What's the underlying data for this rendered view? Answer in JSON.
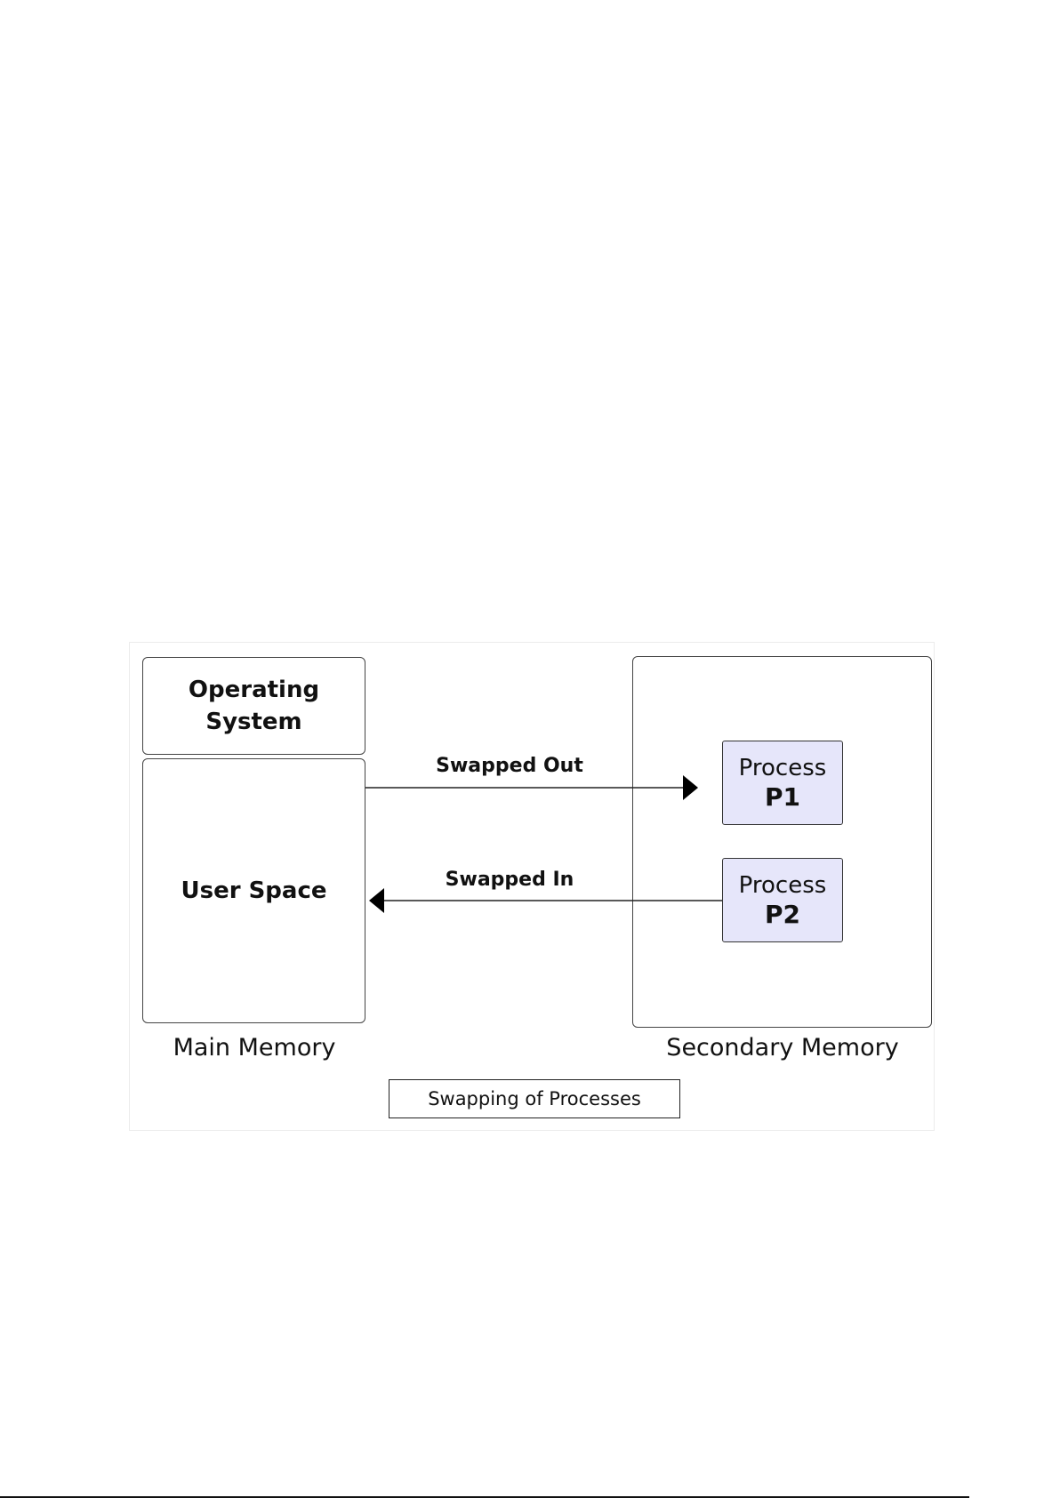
{
  "diagram": {
    "title": "Swapping of Processes",
    "main_memory": {
      "label": "Main Memory",
      "os_block": {
        "line1": "Operating",
        "line2": "System"
      },
      "user_space_block": "User Space"
    },
    "secondary_memory": {
      "label": "Secondary Memory",
      "processes": [
        {
          "line1": "Process",
          "line2": "P1"
        },
        {
          "line1": "Process",
          "line2": "P2"
        }
      ],
      "process_fill": "#e6e6fa"
    },
    "arrows": [
      {
        "label": "Swapped Out",
        "from": "User Space",
        "to": "Process P1",
        "direction": "right"
      },
      {
        "label": "Swapped In",
        "from": "Process P2",
        "to": "User Space",
        "direction": "left"
      }
    ]
  }
}
